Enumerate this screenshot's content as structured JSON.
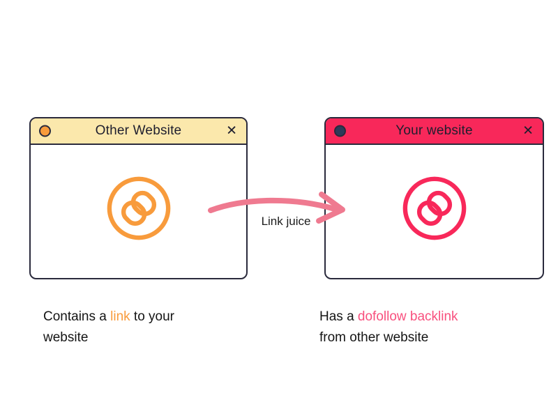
{
  "colors": {
    "orange": "#F89B3C",
    "pink": "#F8285A",
    "arrow": "#EF7A90",
    "yellow": "#FBE8AC",
    "navy": "#2E3A59",
    "frame": "#2A2A3C"
  },
  "left_window": {
    "title": "Other Website",
    "close_glyph": "✕"
  },
  "right_window": {
    "title": "Your website",
    "close_glyph": "✕"
  },
  "arrow": {
    "label": "Link juice"
  },
  "captions": {
    "left": {
      "prefix": "Contains a ",
      "highlight": "link",
      "suffix": " to your",
      "line2": "website"
    },
    "right": {
      "prefix": "Has a ",
      "highlight": "dofollow backlink",
      "line2": "from other website"
    }
  }
}
